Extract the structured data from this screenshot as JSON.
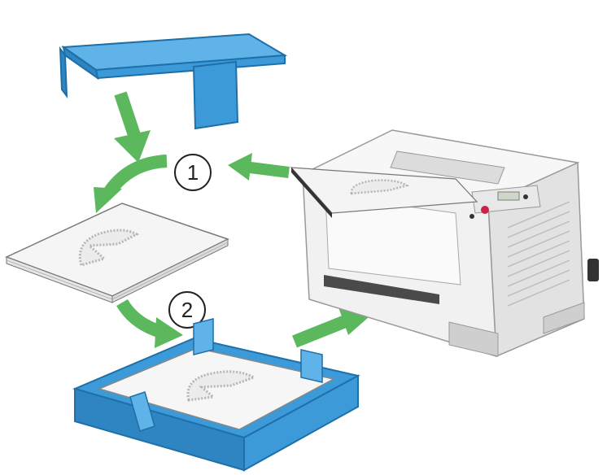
{
  "steps": [
    {
      "number": "1"
    },
    {
      "number": "2"
    }
  ],
  "colors": {
    "part_blue": "#3d9ad8",
    "part_blue_dark": "#1f6fa8",
    "part_blue_light": "#8cc8ef",
    "arrow_green": "#5cb85c",
    "printer_body": "#eeeeee",
    "printer_shadow": "#b9b9b9",
    "paper": "#f7f7f7"
  },
  "icons": {
    "step_badge": "circle-outline",
    "page_mark": "rotated-numeral-outline"
  }
}
